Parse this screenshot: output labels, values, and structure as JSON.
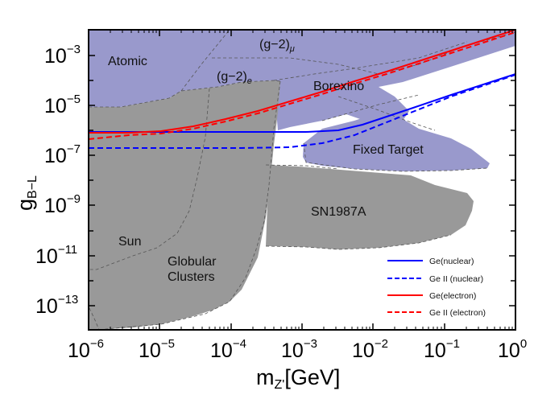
{
  "chart_data": {
    "type": "line",
    "title": "",
    "xlabel": "m_Z'[GeV]",
    "ylabel": "g_B-L",
    "xscale": "log",
    "yscale": "log",
    "xlim": [
      1e-06,
      1
    ],
    "ylim": [
      1e-14,
      0.01
    ],
    "x_ticks": [
      "10^-6",
      "10^-5",
      "10^-4",
      "10^-3",
      "10^-2",
      "10^-1",
      "10^0"
    ],
    "y_ticks": [
      "10^-3",
      "10^-5",
      "10^-7",
      "10^-9",
      "10^-11",
      "10^-13"
    ],
    "grid": false,
    "legend_position": "lower right",
    "series": [
      {
        "name": "Ge(nuclear)",
        "color": "#0000ff",
        "style": "solid",
        "x": [
          1e-06,
          1e-05,
          0.0001,
          0.001,
          0.003,
          0.01,
          0.03,
          0.1,
          1
        ],
        "y": [
          7e-07,
          7e-07,
          7e-07,
          7.5e-07,
          1.2e-06,
          3e-06,
          9e-06,
          3e-05,
          0.0002
        ]
      },
      {
        "name": "Ge II (nuclear)",
        "color": "#0000ff",
        "style": "dashed",
        "x": [
          1e-06,
          1e-05,
          0.0001,
          0.001,
          0.003,
          0.01,
          0.03,
          0.1,
          1
        ],
        "y": [
          2e-07,
          2e-07,
          2e-07,
          2.5e-07,
          6e-07,
          2.5e-06,
          8e-06,
          3e-05,
          0.0002
        ]
      },
      {
        "name": "Ge(electron)",
        "color": "#ff0000",
        "style": "solid",
        "x": [
          1e-06,
          1e-05,
          0.0001,
          0.001,
          0.01,
          0.1,
          1
        ],
        "y": [
          6e-07,
          7e-07,
          2.5e-06,
          1.5e-05,
          0.00012,
          0.0009,
          0.009
        ]
      },
      {
        "name": "Ge II (electron)",
        "color": "#ff0000",
        "style": "dashed",
        "x": [
          1e-06,
          1e-05,
          0.0001,
          0.001,
          0.01,
          0.1,
          1
        ],
        "y": [
          3.5e-07,
          5.5e-07,
          2e-06,
          1.2e-05,
          0.0001,
          0.0008,
          0.008
        ]
      }
    ],
    "regions": [
      {
        "name": "Atomic",
        "color": "#9999cc"
      },
      {
        "name": "(g-2)_μ",
        "color": "#9999cc"
      },
      {
        "name": "(g-2)_e",
        "color": "#9999cc"
      },
      {
        "name": "Borexino",
        "color": "#9999cc"
      },
      {
        "name": "Fixed Target",
        "color": "#9999cc"
      },
      {
        "name": "SN1987A",
        "color": "#999999"
      },
      {
        "name": "Sun",
        "color": "#999999"
      },
      {
        "name": "Globular Clusters",
        "color": "#999999"
      }
    ]
  },
  "axes": {
    "x_title_main": "m",
    "x_title_sub": "Z'",
    "x_title_unit": "[GeV]",
    "y_title_main": "g",
    "y_title_sub": "B−L",
    "x_ticks": [
      {
        "base": "10",
        "exp": "−6"
      },
      {
        "base": "10",
        "exp": "−5"
      },
      {
        "base": "10",
        "exp": "−4"
      },
      {
        "base": "10",
        "exp": "−3"
      },
      {
        "base": "10",
        "exp": "−2"
      },
      {
        "base": "10",
        "exp": "−1"
      },
      {
        "base": "10",
        "exp": "0"
      }
    ],
    "y_ticks": [
      {
        "base": "10",
        "exp": "−3"
      },
      {
        "base": "10",
        "exp": "−5"
      },
      {
        "base": "10",
        "exp": "−7"
      },
      {
        "base": "10",
        "exp": "−9"
      },
      {
        "base": "10",
        "exp": "−11"
      },
      {
        "base": "10",
        "exp": "−13"
      }
    ]
  },
  "labels": {
    "atomic": "Atomic",
    "g2mu_main": "(g−2)",
    "g2mu_sub": "μ",
    "g2e_main": "(g−2)",
    "g2e_sub": "e",
    "borexino": "Borexino",
    "fixed_target": "Fixed Target",
    "sn1987a": "SN1987A",
    "sun": "Sun",
    "globular_1": "Globular",
    "globular_2": "Clusters"
  },
  "legend": {
    "items": [
      {
        "label": "Ge(nuclear)",
        "color": "#0000ff",
        "dash": "solid"
      },
      {
        "label": "Ge II (nuclear)",
        "color": "#0000ff",
        "dash": "dashed"
      },
      {
        "label": "Ge(electron)",
        "color": "#ff0000",
        "dash": "solid"
      },
      {
        "label": "Ge II (electron)",
        "color": "#ff0000",
        "dash": "dashed"
      }
    ]
  },
  "colors": {
    "lavender_region": "#9999cc",
    "gray_region": "#999999",
    "blue_line": "#0000ff",
    "red_line": "#ff0000"
  }
}
